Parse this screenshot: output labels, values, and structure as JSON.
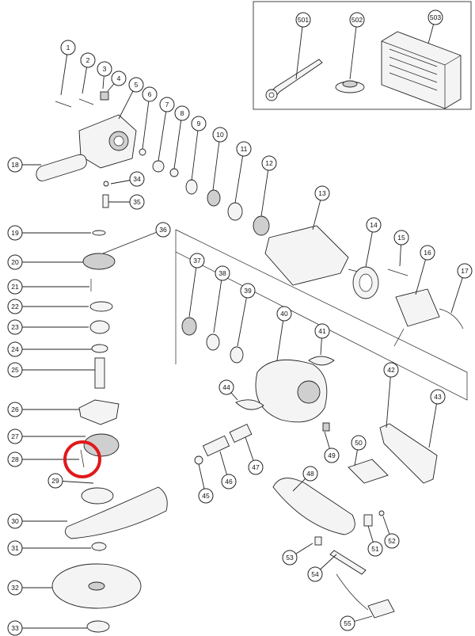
{
  "diagram": {
    "parts": [
      {
        "num": "1"
      },
      {
        "num": "2"
      },
      {
        "num": "3"
      },
      {
        "num": "4"
      },
      {
        "num": "5"
      },
      {
        "num": "6"
      },
      {
        "num": "7"
      },
      {
        "num": "8"
      },
      {
        "num": "9"
      },
      {
        "num": "10"
      },
      {
        "num": "11"
      },
      {
        "num": "12"
      },
      {
        "num": "13"
      },
      {
        "num": "14"
      },
      {
        "num": "15"
      },
      {
        "num": "16"
      },
      {
        "num": "17"
      },
      {
        "num": "18"
      },
      {
        "num": "19"
      },
      {
        "num": "20"
      },
      {
        "num": "21"
      },
      {
        "num": "22"
      },
      {
        "num": "23"
      },
      {
        "num": "24"
      },
      {
        "num": "25"
      },
      {
        "num": "26"
      },
      {
        "num": "27"
      },
      {
        "num": "28"
      },
      {
        "num": "29"
      },
      {
        "num": "30"
      },
      {
        "num": "31"
      },
      {
        "num": "32"
      },
      {
        "num": "33"
      },
      {
        "num": "34"
      },
      {
        "num": "35"
      },
      {
        "num": "36"
      },
      {
        "num": "37"
      },
      {
        "num": "38"
      },
      {
        "num": "39"
      },
      {
        "num": "40"
      },
      {
        "num": "41"
      },
      {
        "num": "42"
      },
      {
        "num": "43"
      },
      {
        "num": "44"
      },
      {
        "num": "45"
      },
      {
        "num": "46"
      },
      {
        "num": "47"
      },
      {
        "num": "48"
      },
      {
        "num": "49"
      },
      {
        "num": "50"
      },
      {
        "num": "51"
      },
      {
        "num": "52"
      },
      {
        "num": "53"
      },
      {
        "num": "54"
      },
      {
        "num": "55"
      },
      {
        "num": "501"
      },
      {
        "num": "502"
      },
      {
        "num": "503"
      }
    ],
    "highlighted_part": "28",
    "highlight_color": "#e0191c"
  }
}
